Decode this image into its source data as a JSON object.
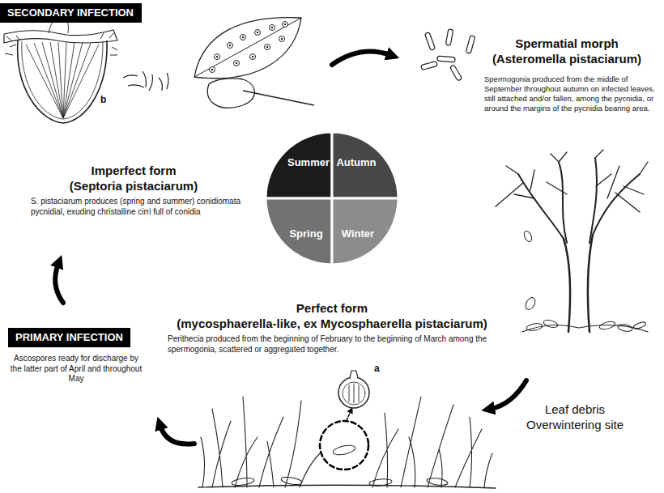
{
  "diagram": {
    "nodes": [
      {
        "text": [
          "SECONDARY INFECTION"
        ]
      },
      {
        "text": [
          "Summer"
        ]
      },
      {
        "text": [
          "Autumn"
        ]
      },
      {
        "text": [
          "Spring"
        ]
      },
      {
        "text": [
          "Winter"
        ]
      },
      {
        "text": [
          "PRIMARY INFECTION"
        ]
      }
    ],
    "labels": [
      "b",
      "Spermatial morph",
      "(Asteromella pistaciarum)",
      "Spermogonia produced from the middle of September throughout autumn on infected leaves, still attached and/or fallen, among the pycnidia, or around the margins of the pycnidia bearing area.",
      "Imperfect form",
      "(Septoria pistaciarum)",
      "S. pistaciarum produces (spring and summer) conidiomata pycnidial, exuding christalline cirri full of conidia",
      "Perfect form",
      "(mycosphaerella-like, ex Mycosphaerella pistaciarum)",
      "Perithecia produced from the beginning of February to the beginning of March among the spermogonia, scattered or aggregated together.",
      "Ascospores ready for discharge by the latter part of April and throughout May",
      "a",
      "Leaf debris Overwintering site"
    ]
  }
}
